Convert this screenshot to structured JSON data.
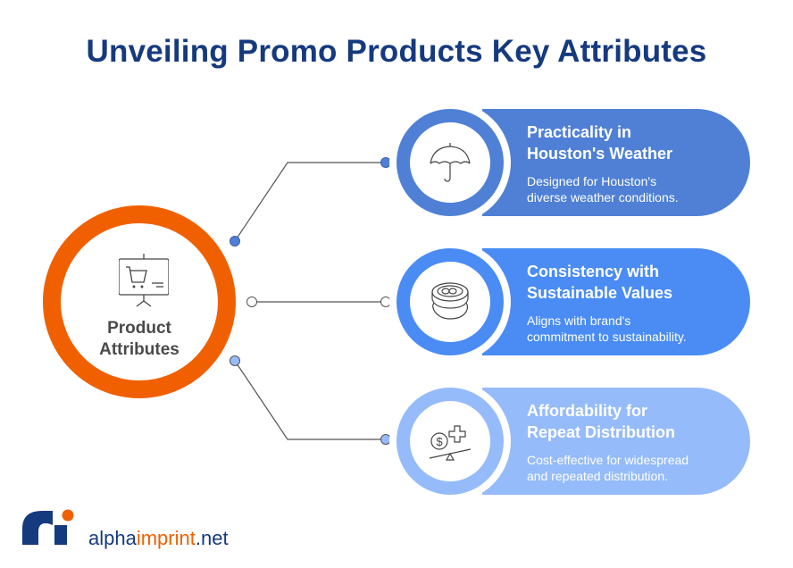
{
  "title": "Unveiling Promo Products Key Attributes",
  "center": {
    "label_line1": "Product",
    "label_line2": "Attributes",
    "icon": "presentation-cart-icon",
    "color": "#f06000"
  },
  "attributes": [
    {
      "title_line1": "Practicality in",
      "title_line2": "Houston's Weather",
      "desc_line1": "Designed for Houston's",
      "desc_line2": "diverse weather conditions.",
      "icon": "umbrella-icon",
      "color": "#4f80d6"
    },
    {
      "title_line1": "Consistency with",
      "title_line2": "Sustainable Values",
      "desc_line1": "Aligns with brand's",
      "desc_line2": "commitment to sustainability.",
      "icon": "coin-stack-icon",
      "color": "#4a8cf4"
    },
    {
      "title_line1": "Affordability for",
      "title_line2": "Repeat Distribution",
      "desc_line1": "Cost-effective for widespread",
      "desc_line2": "and repeated distribution.",
      "icon": "balance-cost-icon",
      "color": "#95bbfa"
    }
  ],
  "logo": {
    "part1": "alpha",
    "part2": "imprint",
    "part3": ".net"
  }
}
